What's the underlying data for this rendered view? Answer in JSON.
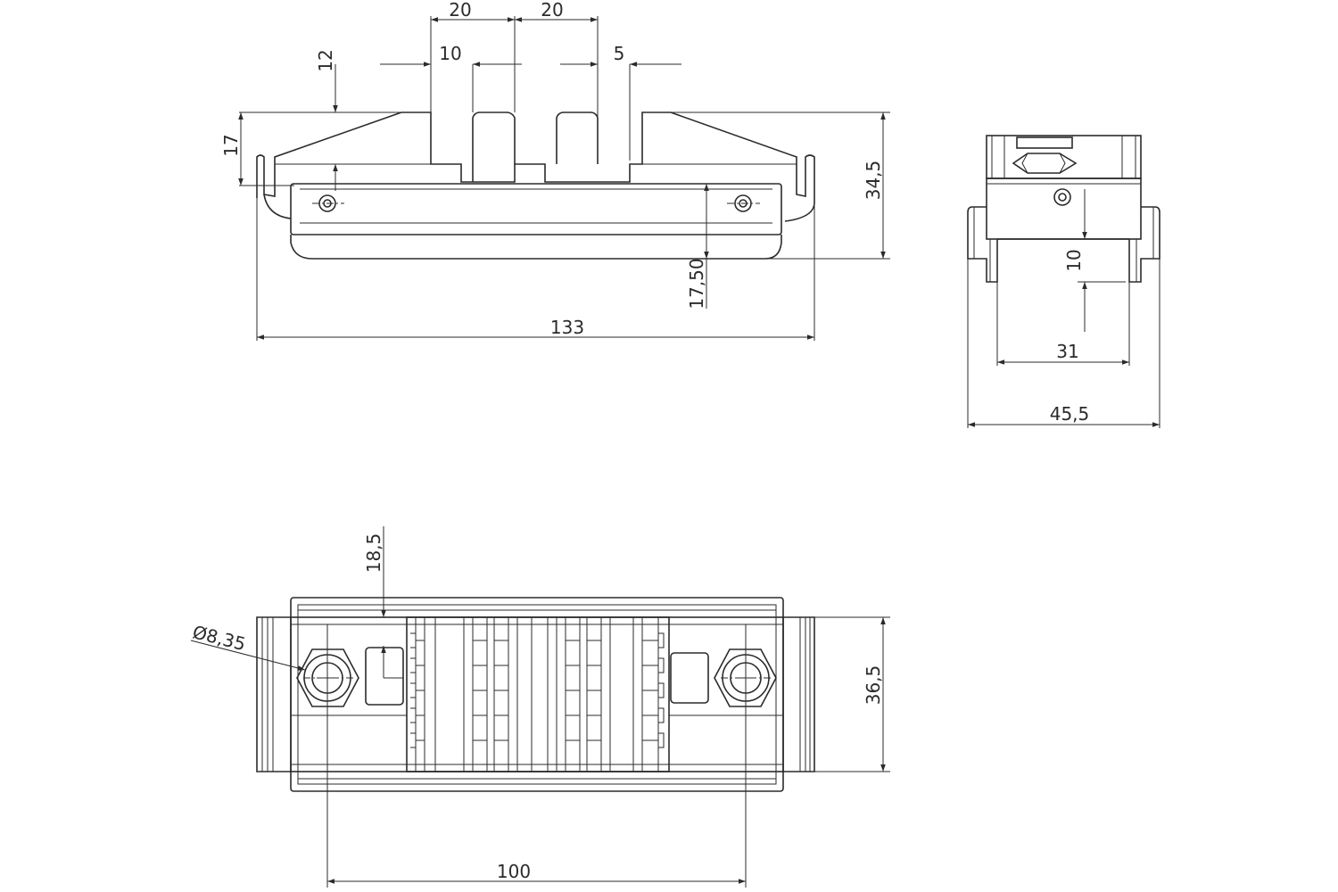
{
  "front_view": {
    "dims": {
      "pitch_left": "20",
      "pitch_right": "20",
      "slot_width": "10",
      "rib_width": "5",
      "top_offset": "12",
      "hook_height": "17",
      "overall_height": "34,5",
      "body_height": "17,50",
      "overall_length": "133"
    }
  },
  "side_view": {
    "dims": {
      "inner_height": "10",
      "inner_width": "31",
      "overall_width": "45,5"
    }
  },
  "top_view": {
    "dims": {
      "edge_offset": "18,5",
      "hole_diameter": "Ø8,35",
      "height": "36,5",
      "hole_spacing": "100"
    }
  }
}
